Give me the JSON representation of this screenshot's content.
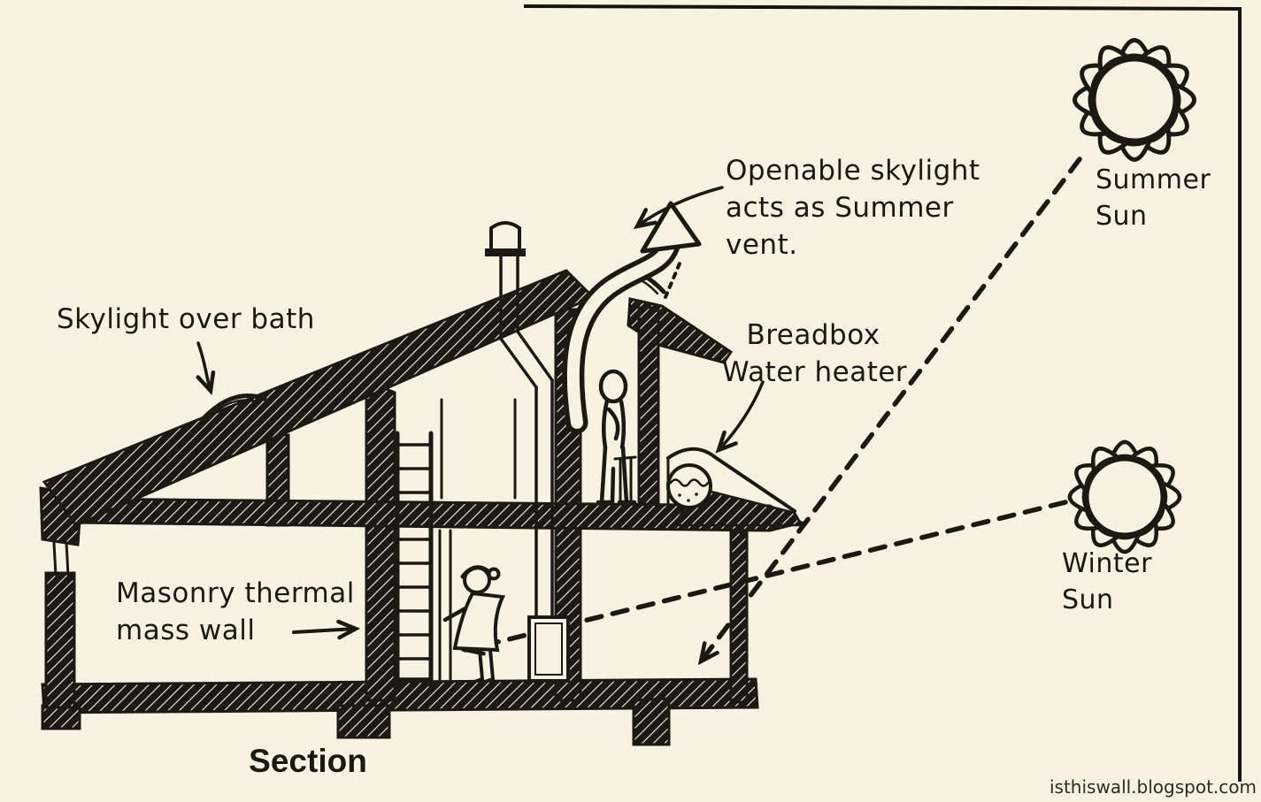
{
  "diagram": {
    "title": "Section",
    "watermark": "isthiswall.blogspot.com",
    "labels": {
      "skylight_over_bath": "Skylight over bath",
      "openable_skylight": {
        "line1": "Openable skylight",
        "line2": "acts as Summer",
        "line3": "vent."
      },
      "breadbox": {
        "line1": "Breadbox",
        "line2": "Water heater"
      },
      "summer_sun": {
        "line1": "Summer",
        "line2": "Sun"
      },
      "winter_sun": {
        "line1": "Winter",
        "line2": "Sun"
      },
      "masonry": {
        "line1": "Masonry thermal",
        "line2": "mass wall"
      }
    },
    "colors": {
      "paper": "#f7f2e2",
      "ink": "#1e1812",
      "watermark": "#2e2b26"
    }
  }
}
